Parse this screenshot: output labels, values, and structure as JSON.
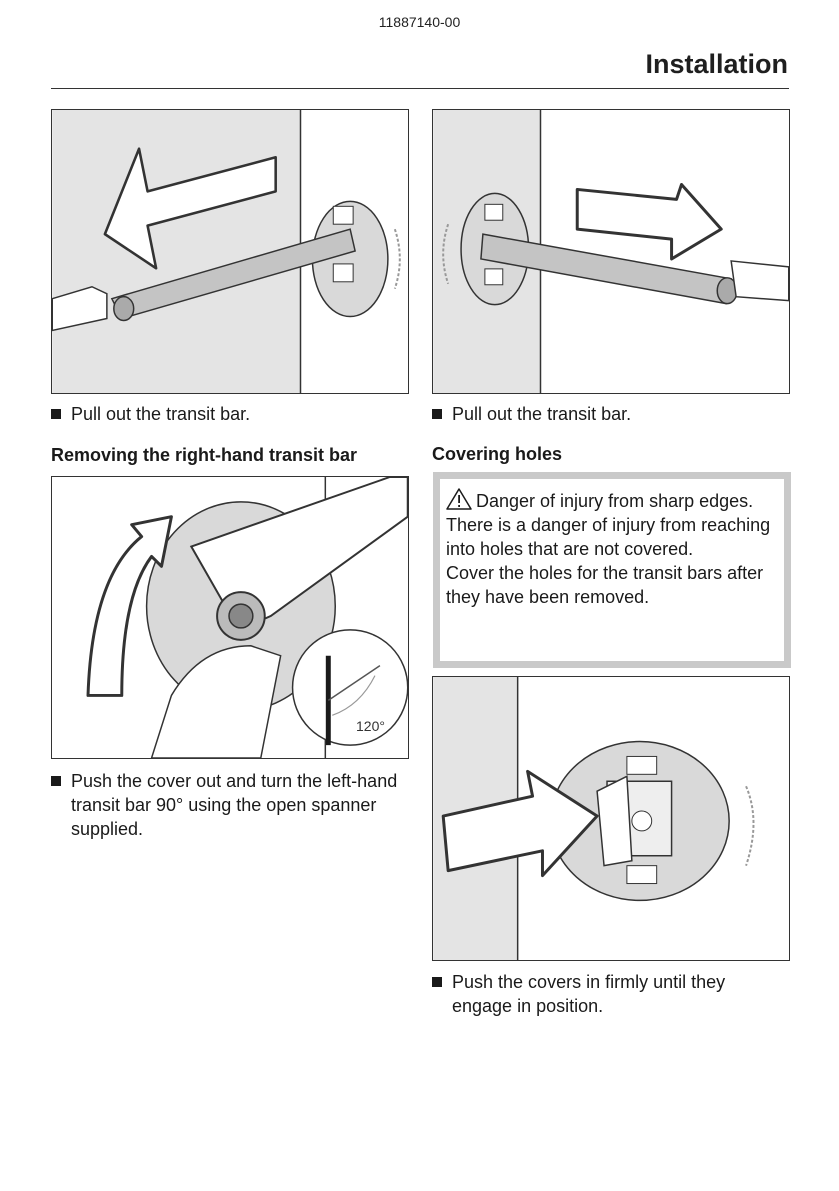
{
  "header": {
    "doc_number": "11887140-00",
    "section_title": "Installation"
  },
  "steps": {
    "top_left": "Pull out the transit bar.",
    "top_right": "Pull out the transit bar.",
    "mid_left": "Push the cover out and turn the left-hand transit bar 90° using the open spanner supplied.",
    "bottom_right": "Push the covers in firmly until they engage in position."
  },
  "headings": {
    "removing_right": "Removing the right-hand transit bar",
    "covering_holes": "Covering holes"
  },
  "warning": {
    "title": "Danger of injury from sharp edges.",
    "text1": "There is a danger of injury from reaching into holes that are not covered.",
    "text2": "Cover the holes for the transit bars after they have been removed.",
    "icon": "warning-triangle-icon"
  },
  "figures": {
    "rotation_angle_label": "120°"
  },
  "colors": {
    "panel_grey": "#e4e4e4",
    "warning_border": "#c9c9c9",
    "text": "#1a1a1a"
  }
}
